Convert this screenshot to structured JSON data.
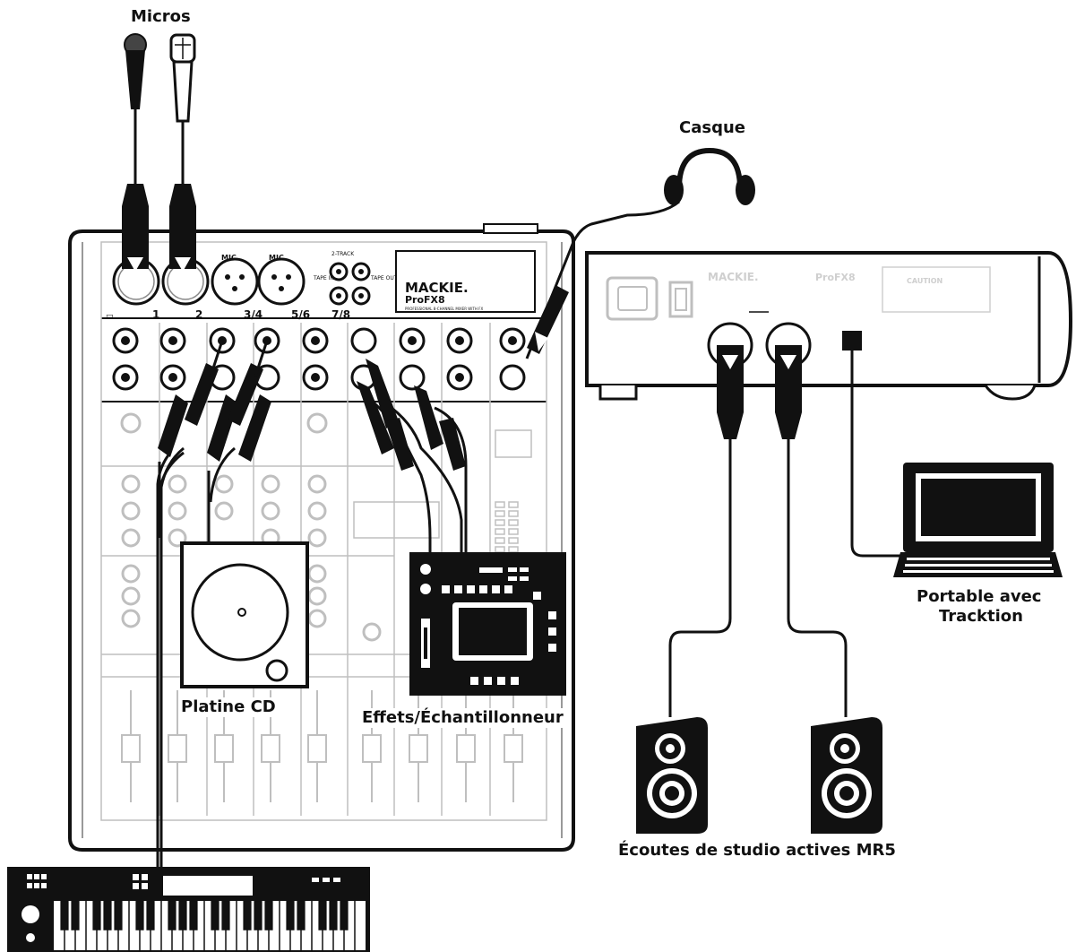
{
  "labels": {
    "micros": "Micros",
    "casque": "Casque",
    "platine": "Platine CD",
    "effets": "Effets/Échantillonneur",
    "portable_line1": "Portable avec",
    "portable_line2": "Tracktion",
    "ecoutes": "Écoutes de studio actives MR5"
  },
  "mixer": {
    "brand": "MACKIE.",
    "model": "ProFX8",
    "tagline": "PROFESSIONAL 8-CHANNEL MIXER WITH FX",
    "mic_label": "MIC",
    "channel_numbers": [
      "1",
      "2",
      "3/4",
      "5/6",
      "7/8"
    ],
    "tape_header": "2-TRACK",
    "tape_in": "TAPE IN",
    "tape_out": "TAPE OUT",
    "rear_brand": "MACKIE.",
    "rear_model": "ProFX8",
    "caution": "CAUTION"
  },
  "colors": {
    "ink": "#111111",
    "line_gray": "#bfbfbf",
    "paper": "#ffffff"
  }
}
